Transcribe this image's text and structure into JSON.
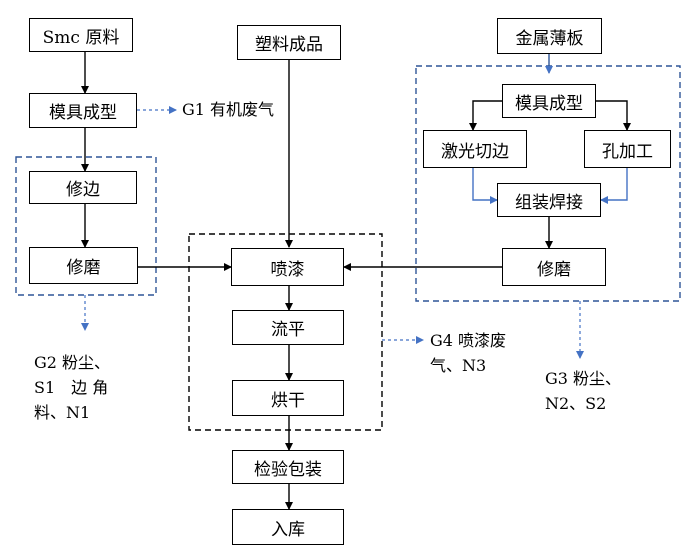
{
  "nodes": {
    "smc_raw": "Smc 原料",
    "plastic_product": "塑料成品",
    "metal_sheet": "金属薄板",
    "molding_left": "模具成型",
    "trimming": "修边",
    "grinding_left": "修磨",
    "molding_right": "模具成型",
    "laser_cut": "激光切边",
    "hole_machining": "孔加工",
    "assembly_welding": "组装焊接",
    "grinding_right": "修磨",
    "spray_paint": "喷漆",
    "leveling": "流平",
    "drying": "烘干",
    "inspection_packing": "检验包装",
    "warehousing": "入库"
  },
  "emissions": {
    "g1": "G1 有机废气",
    "g2_line1": "G2 粉尘、",
    "g2_line2": "S1　边 角",
    "g2_line3": "料、N1",
    "g3_line1": "G3 粉尘、",
    "g3_line2": "N2、S2",
    "g4_line1": "G4 喷漆废",
    "g4_line2": "气、N3"
  },
  "colors": {
    "line": "#000000",
    "dashed_group": "#2F5597",
    "emission_arrow": "#4472C4"
  }
}
